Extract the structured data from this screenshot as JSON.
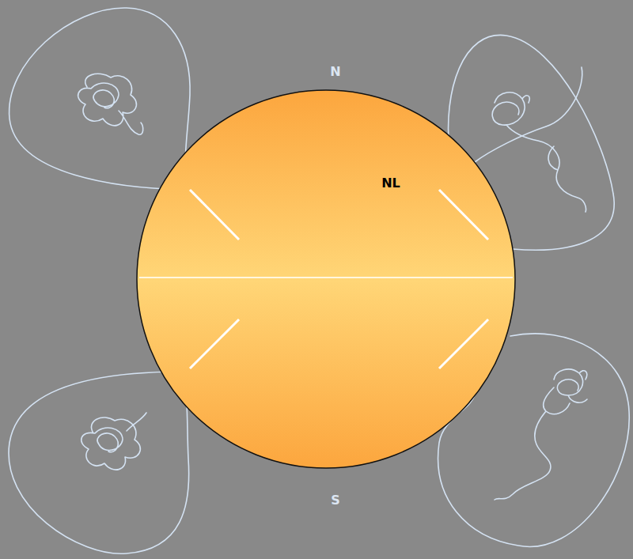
{
  "diagram": {
    "nodes": [
      {
        "text": [
          "NL"
        ]
      }
    ],
    "labels": [
      "N",
      "S"
    ]
  }
}
